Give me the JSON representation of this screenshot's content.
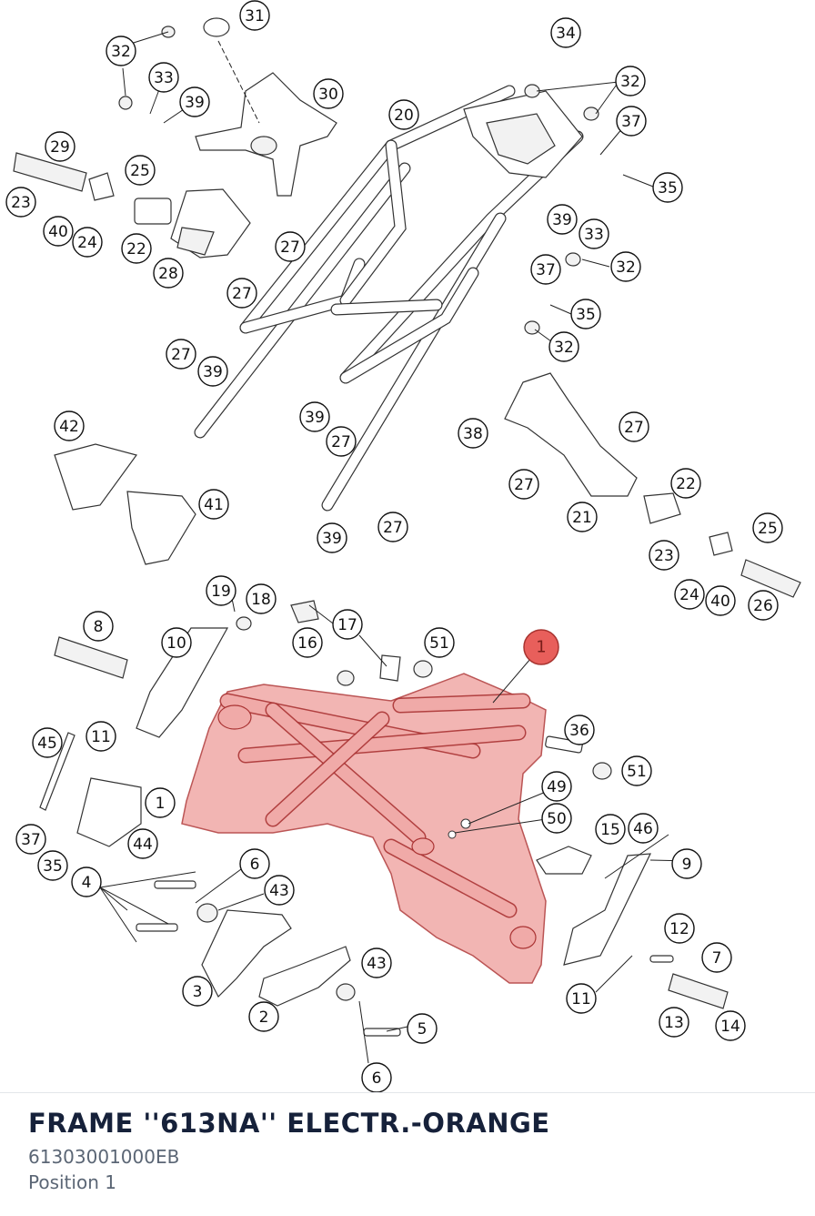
{
  "part": {
    "title": "FRAME ''613NA'' ELECTR.-ORANGE",
    "part_number": "61303001000EB",
    "position": "Position 1"
  },
  "diagram": {
    "highlight_color": "#f0a8a6",
    "highlight_badge_color": "#e85f5b",
    "highlighted_callout": "1",
    "callouts": [
      {
        "id": "c31",
        "label": "31"
      },
      {
        "id": "c32a",
        "label": "32"
      },
      {
        "id": "c33a",
        "label": "33"
      },
      {
        "id": "c39a",
        "label": "39"
      },
      {
        "id": "c30",
        "label": "30"
      },
      {
        "id": "c29",
        "label": "29"
      },
      {
        "id": "c25a",
        "label": "25"
      },
      {
        "id": "c23a",
        "label": "23"
      },
      {
        "id": "c40a",
        "label": "40"
      },
      {
        "id": "c24a",
        "label": "24"
      },
      {
        "id": "c22a",
        "label": "22"
      },
      {
        "id": "c28",
        "label": "28"
      },
      {
        "id": "c27a",
        "label": "27"
      },
      {
        "id": "c27b",
        "label": "27"
      },
      {
        "id": "c27c",
        "label": "27"
      },
      {
        "id": "c39b",
        "label": "39"
      },
      {
        "id": "c20",
        "label": "20"
      },
      {
        "id": "c34",
        "label": "34"
      },
      {
        "id": "c32b",
        "label": "32"
      },
      {
        "id": "c37a",
        "label": "37"
      },
      {
        "id": "c35a",
        "label": "35"
      },
      {
        "id": "c39c",
        "label": "39"
      },
      {
        "id": "c33b",
        "label": "33"
      },
      {
        "id": "c32c",
        "label": "32"
      },
      {
        "id": "c37b",
        "label": "37"
      },
      {
        "id": "c35b",
        "label": "35"
      },
      {
        "id": "c32d",
        "label": "32"
      },
      {
        "id": "c39d",
        "label": "39"
      },
      {
        "id": "c27d",
        "label": "27"
      },
      {
        "id": "c38",
        "label": "38"
      },
      {
        "id": "c27e",
        "label": "27"
      },
      {
        "id": "c27f",
        "label": "27"
      },
      {
        "id": "c42",
        "label": "42"
      },
      {
        "id": "c41",
        "label": "41"
      },
      {
        "id": "c39e",
        "label": "39"
      },
      {
        "id": "c27g",
        "label": "27"
      },
      {
        "id": "c22b",
        "label": "22"
      },
      {
        "id": "c21",
        "label": "21"
      },
      {
        "id": "c25b",
        "label": "25"
      },
      {
        "id": "c23b",
        "label": "23"
      },
      {
        "id": "c24b",
        "label": "24"
      },
      {
        "id": "c40b",
        "label": "40"
      },
      {
        "id": "c26",
        "label": "26"
      },
      {
        "id": "c19",
        "label": "19"
      },
      {
        "id": "c18",
        "label": "18"
      },
      {
        "id": "c17",
        "label": "17"
      },
      {
        "id": "c8",
        "label": "8"
      },
      {
        "id": "c10",
        "label": "10"
      },
      {
        "id": "c16",
        "label": "16"
      },
      {
        "id": "c51a",
        "label": "51"
      },
      {
        "id": "c1",
        "label": "1"
      },
      {
        "id": "c11a",
        "label": "11"
      },
      {
        "id": "c45",
        "label": "45"
      },
      {
        "id": "c36",
        "label": "36"
      },
      {
        "id": "c51b",
        "label": "51"
      },
      {
        "id": "c49",
        "label": "49"
      },
      {
        "id": "c1b",
        "label": "1"
      },
      {
        "id": "c50",
        "label": "50"
      },
      {
        "id": "c37c",
        "label": "37"
      },
      {
        "id": "c44",
        "label": "44"
      },
      {
        "id": "c15",
        "label": "15"
      },
      {
        "id": "c46",
        "label": "46"
      },
      {
        "id": "c35c",
        "label": "35"
      },
      {
        "id": "c9",
        "label": "9"
      },
      {
        "id": "c4",
        "label": "4"
      },
      {
        "id": "c6a",
        "label": "6"
      },
      {
        "id": "c43a",
        "label": "43"
      },
      {
        "id": "c12",
        "label": "12"
      },
      {
        "id": "c7",
        "label": "7"
      },
      {
        "id": "c3",
        "label": "3"
      },
      {
        "id": "c43b",
        "label": "43"
      },
      {
        "id": "c2",
        "label": "2"
      },
      {
        "id": "c11b",
        "label": "11"
      },
      {
        "id": "c5",
        "label": "5"
      },
      {
        "id": "c13",
        "label": "13"
      },
      {
        "id": "c14",
        "label": "14"
      },
      {
        "id": "c6b",
        "label": "6"
      }
    ]
  }
}
